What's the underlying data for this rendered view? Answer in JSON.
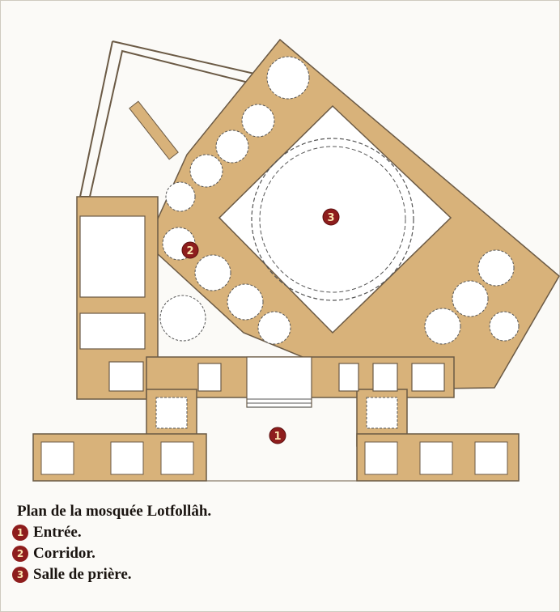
{
  "caption": {
    "title": "Plan de la mosquée Lotfollâh.",
    "legend": [
      {
        "number": "1",
        "label": "Entrée."
      },
      {
        "number": "2",
        "label": "Corridor."
      },
      {
        "number": "3",
        "label": "Salle de prière."
      }
    ]
  },
  "plan_markers": [
    "1",
    "2",
    "3"
  ],
  "colors": {
    "wall_fill": "#d8b27a",
    "wall_stroke": "#6b5a45",
    "interior": "#ffffff",
    "marker": "#8e1d1d",
    "marker_text": "#fbe6b0",
    "dashed_lines": "#555555"
  }
}
